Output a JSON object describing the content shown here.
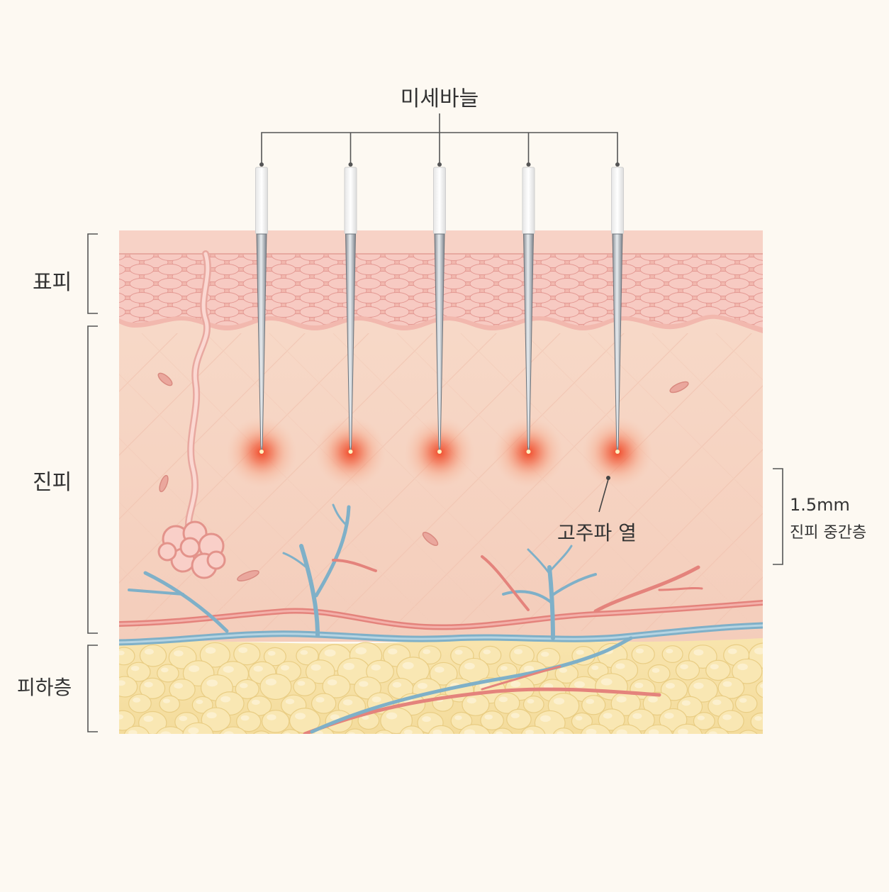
{
  "labels": {
    "needles": "미세바늘",
    "epidermis": "표피",
    "dermis": "진피",
    "subcutaneous": "피하층",
    "heat": "고주파 열",
    "depth_value": "1.5mm",
    "depth_layer": "진피 중간층"
  },
  "needle_count": 5,
  "colors": {
    "background": "#fdf9f2",
    "epidermis": "#f2bdb4",
    "dermis": "#f6d6c6",
    "fat": "#f6e1a8",
    "heat": "#f05a3c",
    "artery": "#e4837c",
    "vein": "#7fb0c8",
    "label_line": "#555555"
  }
}
